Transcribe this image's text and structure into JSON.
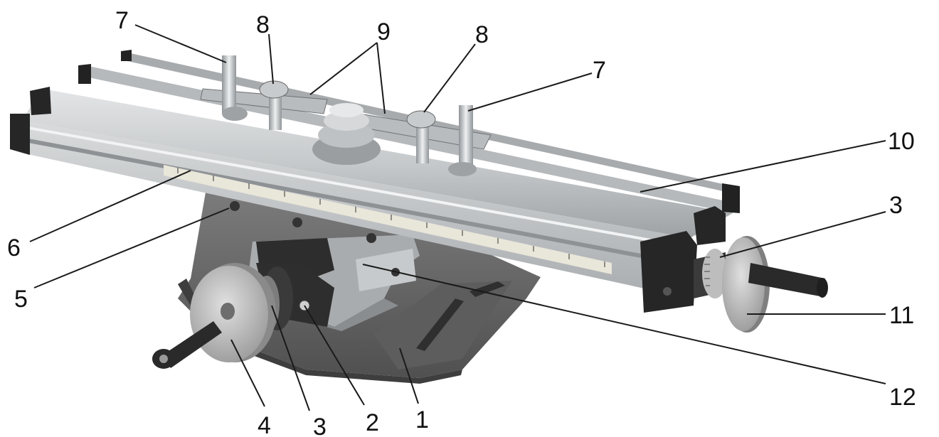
{
  "figure": {
    "description_free": true,
    "labels": [
      {
        "id": "c-7a",
        "text": "7"
      },
      {
        "id": "c-8a",
        "text": "8"
      },
      {
        "id": "c-9",
        "text": "9"
      },
      {
        "id": "c-8b",
        "text": "8"
      },
      {
        "id": "c-7b",
        "text": "7"
      },
      {
        "id": "c-10",
        "text": "10"
      },
      {
        "id": "c-3a",
        "text": "3"
      },
      {
        "id": "c-11",
        "text": "11"
      },
      {
        "id": "c-12",
        "text": "12"
      },
      {
        "id": "c-6",
        "text": "6"
      },
      {
        "id": "c-5",
        "text": "5"
      },
      {
        "id": "c-4",
        "text": "4"
      },
      {
        "id": "c-3b",
        "text": "3"
      },
      {
        "id": "c-2",
        "text": "2"
      },
      {
        "id": "c-1",
        "text": "1"
      }
    ],
    "colors": {
      "background": "#ffffff",
      "base_casting": "#6b6b6b",
      "table_aluminum": "#c9cbcc",
      "end_cap": "#2b2b2b",
      "handwheel": "#b8b8b8",
      "handle": "#2a2a2a",
      "scale_tape": "#e9e6da",
      "leader_line": "#1a1a1a"
    }
  }
}
